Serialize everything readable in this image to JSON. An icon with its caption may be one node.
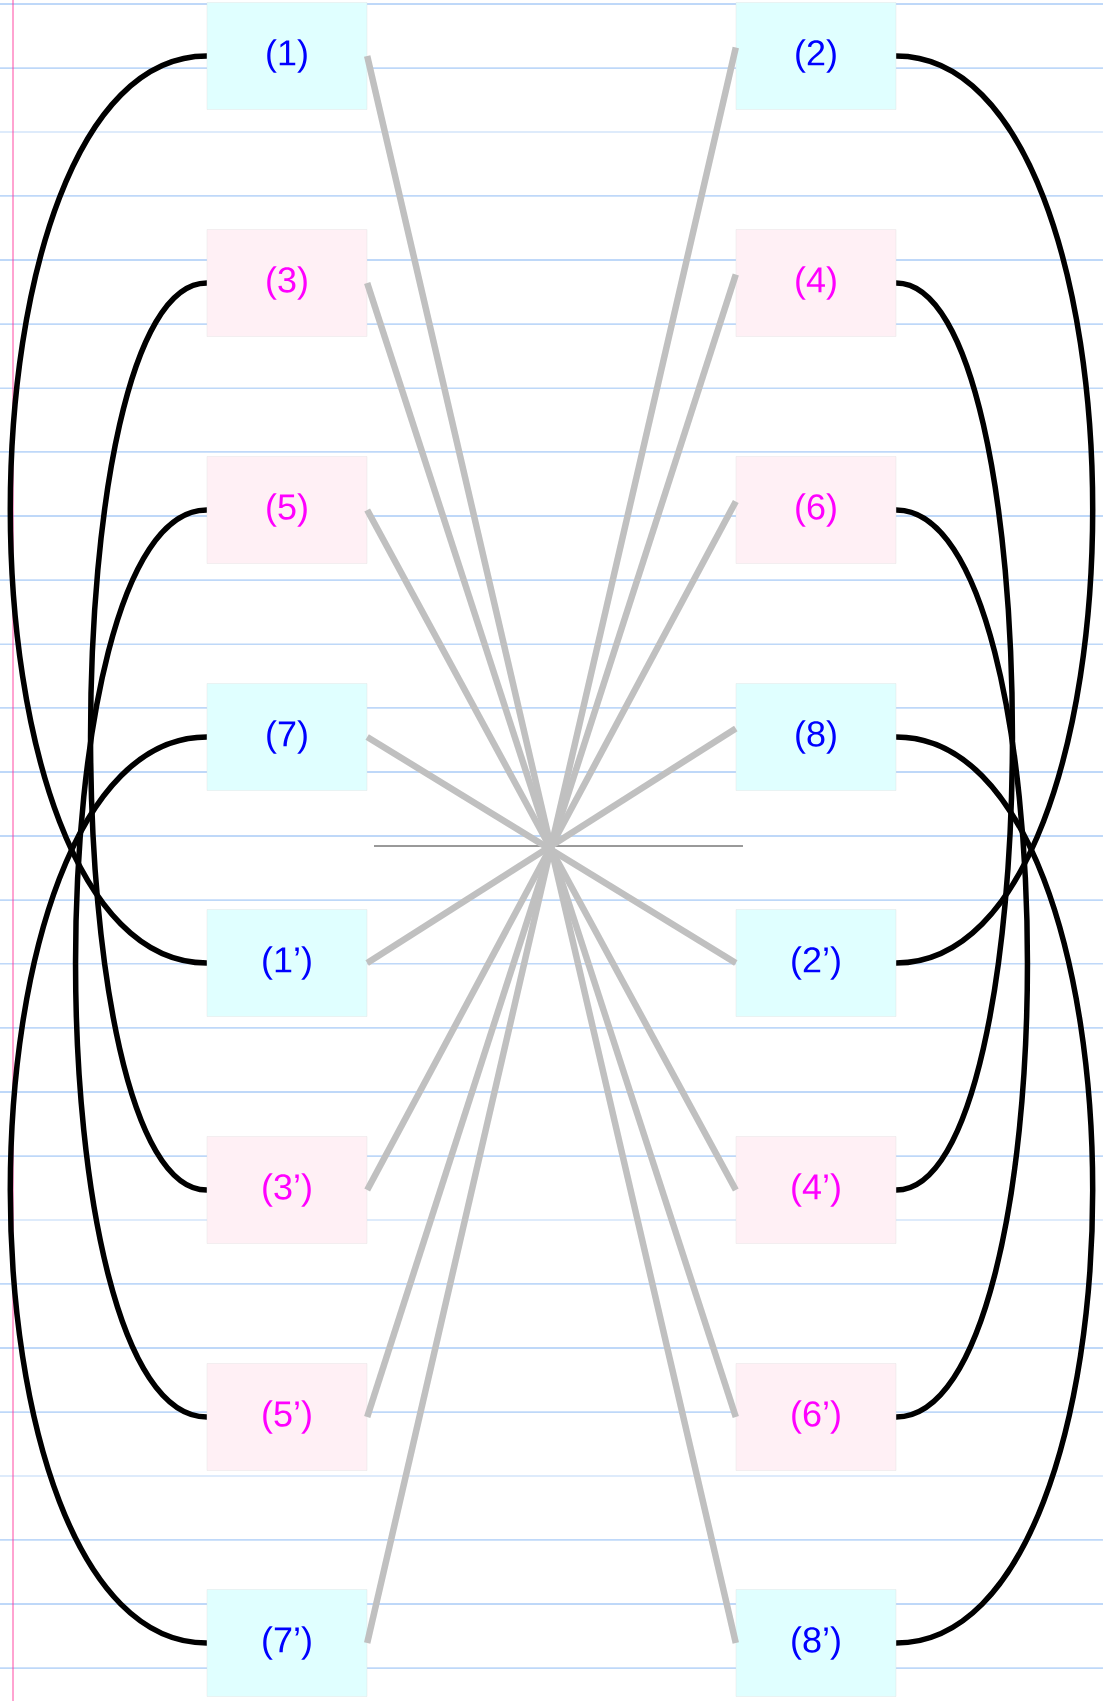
{
  "diagram": {
    "nodes": [
      {
        "text": [
          "(1)"
        ]
      },
      {
        "text": [
          "(2)"
        ]
      },
      {
        "text": [
          "(3)"
        ]
      },
      {
        "text": [
          "(4)"
        ]
      },
      {
        "text": [
          "(5)"
        ]
      },
      {
        "text": [
          "(6)"
        ]
      },
      {
        "text": [
          "(7)"
        ]
      },
      {
        "text": [
          "(8)"
        ]
      },
      {
        "text": [
          "(1’)"
        ]
      },
      {
        "text": [
          "(2’)"
        ]
      },
      {
        "text": [
          "(3’)"
        ]
      },
      {
        "text": [
          "(4’)"
        ]
      },
      {
        "text": [
          "(5’)"
        ]
      },
      {
        "text": [
          "(6’)"
        ]
      },
      {
        "text": [
          "(7’)"
        ]
      },
      {
        "text": [
          "(8’)"
        ]
      }
    ],
    "edges": [
      {
        "from": 0,
        "to": 8,
        "arrow": "none",
        "color": "#000000"
      },
      {
        "from": 2,
        "to": 10,
        "arrow": "none",
        "color": "#000000"
      },
      {
        "from": 4,
        "to": 12,
        "arrow": "none",
        "color": "#000000"
      },
      {
        "from": 6,
        "to": 14,
        "arrow": "none",
        "color": "#000000"
      },
      {
        "from": 1,
        "to": 9,
        "arrow": "none",
        "color": "#000000"
      },
      {
        "from": 3,
        "to": 11,
        "arrow": "none",
        "color": "#000000"
      },
      {
        "from": 5,
        "to": 13,
        "arrow": "none",
        "color": "#000000"
      },
      {
        "from": 7,
        "to": 15,
        "arrow": "none",
        "color": "#000000"
      },
      {
        "from": 0,
        "to": 15,
        "arrow": "none",
        "color": "#c0c0c0"
      },
      {
        "from": 2,
        "to": 13,
        "arrow": "none",
        "color": "#c0c0c0"
      },
      {
        "from": 4,
        "to": 11,
        "arrow": "none",
        "color": "#c0c0c0"
      },
      {
        "from": 6,
        "to": 9,
        "arrow": "none",
        "color": "#c0c0c0"
      },
      {
        "from": 8,
        "to": 7,
        "arrow": "none",
        "color": "#c0c0c0"
      },
      {
        "from": 10,
        "to": 5,
        "arrow": "none",
        "color": "#c0c0c0"
      },
      {
        "from": 12,
        "to": 3,
        "arrow": "none",
        "color": "#c0c0c0"
      },
      {
        "from": 14,
        "to": 1,
        "arrow": "none",
        "color": "#c0c0c0"
      }
    ]
  }
}
